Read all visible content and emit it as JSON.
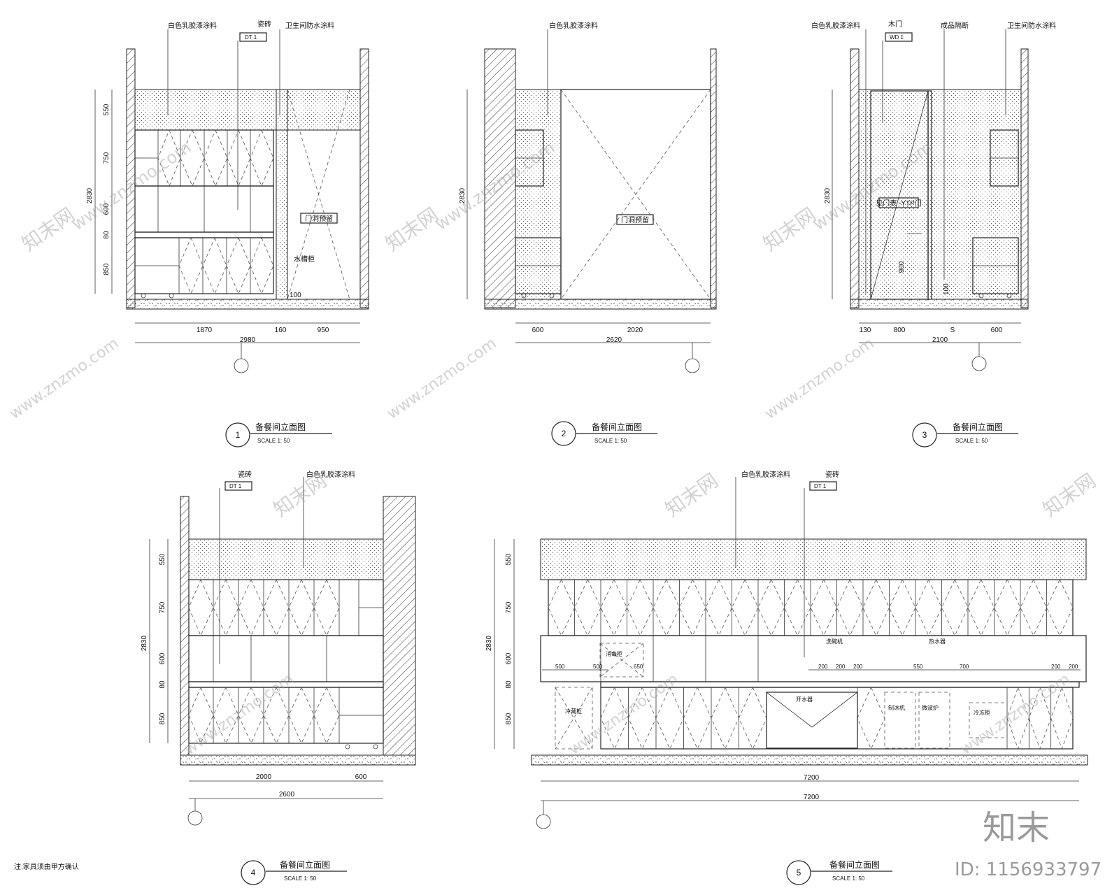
{
  "drawings": [
    {
      "id": "1",
      "title": "备餐间立面图",
      "scale": "SCALE 1: 50",
      "ref_mark": "1",
      "height_dims": [
        "550",
        "750",
        "600",
        "80",
        "850"
      ],
      "total_height": "2830",
      "width_dims": [
        "1870",
        "160",
        "950"
      ],
      "total_width": "2980",
      "callouts": [
        "白色乳胶漆涂料",
        "瓷砖",
        "DT 1",
        "卫生间防水涂料"
      ],
      "notes": [
        "门洞预留",
        "水槽柜",
        "100"
      ]
    },
    {
      "id": "2",
      "title": "备餐间立面图",
      "scale": "SCALE 1: 50",
      "ref_mark": "2",
      "total_height": "2830",
      "width_dims": [
        "600",
        "2020"
      ],
      "total_width": "2620",
      "callouts": [
        "白色乳胶漆涂料"
      ],
      "notes": [
        "门洞预留"
      ]
    },
    {
      "id": "3",
      "title": "备餐间立面图",
      "scale": "SCALE 1: 50",
      "ref_mark": "3",
      "total_height": "2830",
      "width_dims": [
        "130",
        "800",
        "S",
        "600"
      ],
      "total_width": "2100",
      "callouts": [
        "白色乳胶漆涂料",
        "木门",
        "WD 1",
        "成品隔断",
        "卫生间防水涂料"
      ],
      "notes": [
        "见门表 -YTP门",
        "900",
        "100"
      ]
    },
    {
      "id": "4",
      "title": "备餐间立面图",
      "scale": "SCALE 1: 50",
      "ref_mark": "4",
      "height_dims": [
        "550",
        "750",
        "600",
        "80",
        "850"
      ],
      "total_height": "2830",
      "width_dims": [
        "2000",
        "600"
      ],
      "total_width": "2600",
      "callouts": [
        "瓷砖",
        "DT 1",
        "白色乳胶漆涂料"
      ]
    },
    {
      "id": "5",
      "title": "备餐间立面图",
      "scale": "SCALE 1: 50",
      "ref_mark": "5",
      "height_dims": [
        "550",
        "750",
        "600",
        "80",
        "850"
      ],
      "total_height": "2830",
      "width_dims": [
        "7200"
      ],
      "total_width": "7200",
      "callouts": [
        "白色乳胶漆涂料",
        "瓷砖",
        "DT 1"
      ],
      "small_dims": [
        "500",
        "500",
        "650",
        "200",
        "200",
        "200",
        "550",
        "700",
        "200",
        "200"
      ],
      "equipment": [
        "冷藏柜",
        "消毒柜",
        "开水器",
        "制冰机",
        "微波炉",
        "冷冻柜",
        "洗碗机",
        "热水器"
      ]
    }
  ],
  "footnote": "注:家具须由甲方确认",
  "watermark": {
    "brand": "知末",
    "id_text": "ID: 1156933797",
    "site": "www.znzmo.com",
    "site_cn": "知末网"
  }
}
